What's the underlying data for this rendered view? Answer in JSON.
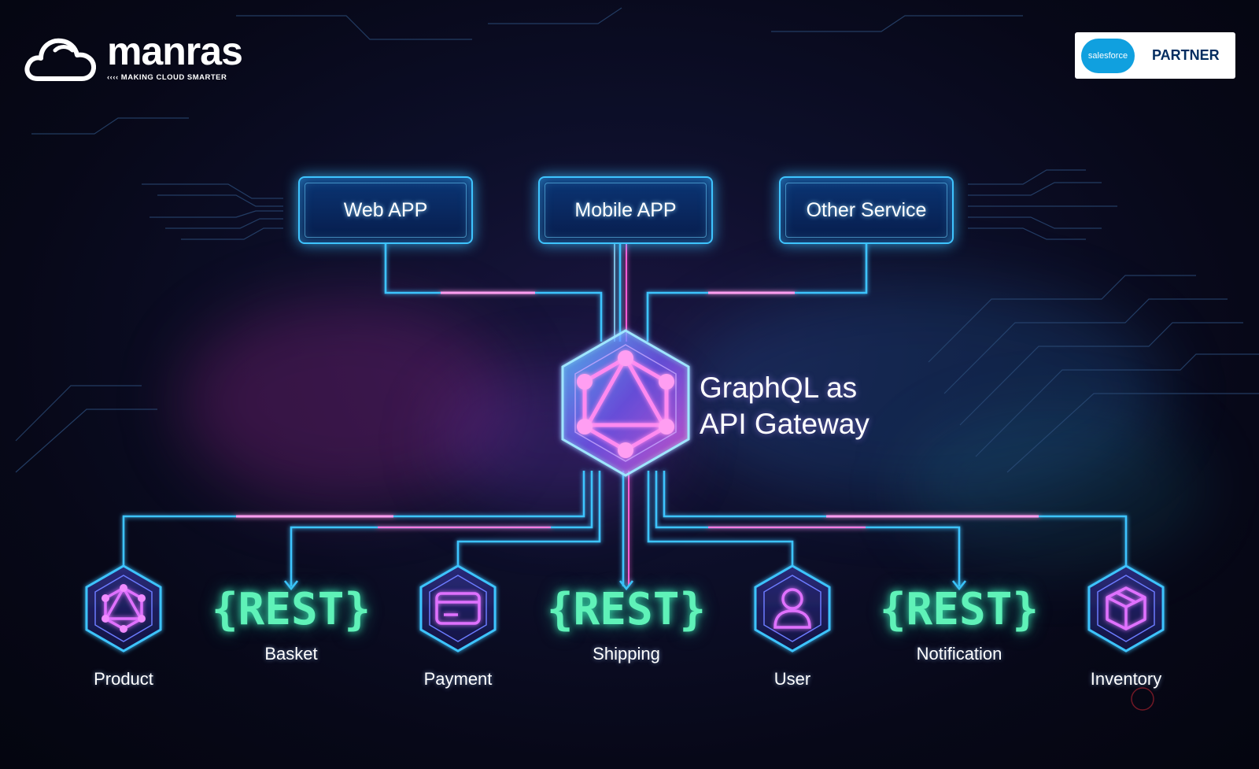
{
  "brand": {
    "name": "manras",
    "tagline": "‹‹‹‹ MAKING CLOUD SMARTER",
    "partner_logo_text": "salesforce",
    "partner_label": "PARTNER"
  },
  "clients": [
    {
      "label": "Web APP"
    },
    {
      "label": "Mobile APP"
    },
    {
      "label": "Other Service"
    }
  ],
  "gateway": {
    "line1": "GraphQL as",
    "line2": "API Gateway",
    "icon": "graphql-hexagon-icon"
  },
  "services": [
    {
      "label": "Product",
      "kind": "graphql",
      "icon": "graphql-icon"
    },
    {
      "label": "Basket",
      "kind": "rest",
      "rest_text": "{REST}"
    },
    {
      "label": "Payment",
      "kind": "graphql",
      "icon": "credit-card-icon"
    },
    {
      "label": "Shipping",
      "kind": "rest",
      "rest_text": "{REST}"
    },
    {
      "label": "User",
      "kind": "graphql",
      "icon": "user-icon"
    },
    {
      "label": "Notification",
      "kind": "rest",
      "rest_text": "{REST}"
    },
    {
      "label": "Inventory",
      "kind": "graphql",
      "icon": "package-box-icon"
    }
  ],
  "colors": {
    "wire_cyan": "#3ec4ff",
    "wire_pink": "#ff5cd6",
    "rest_green": "#5ff2b8",
    "hex_purple": "#d86bff"
  }
}
